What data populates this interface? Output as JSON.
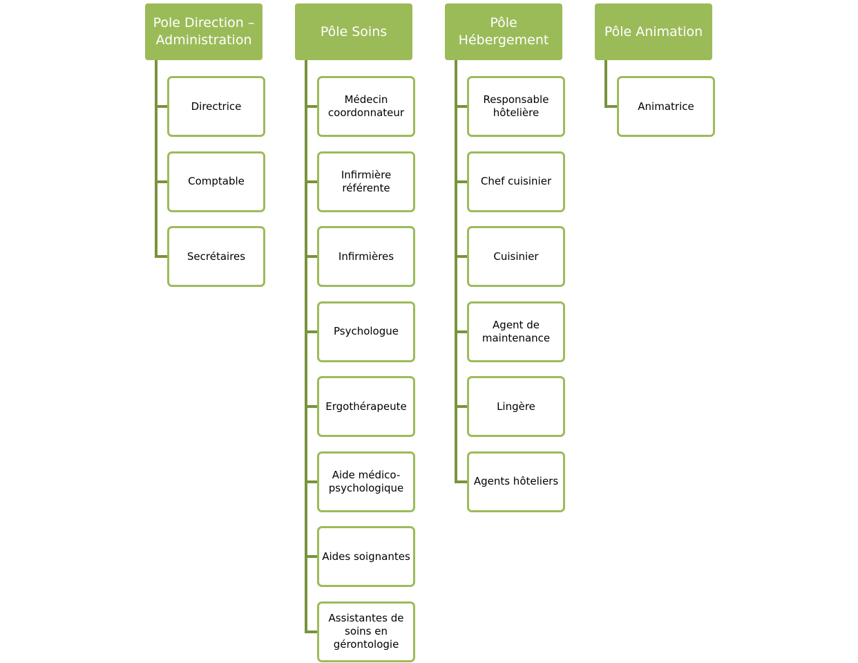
{
  "colors": {
    "header_fill": "#9bbb59",
    "child_border": "#9bbb59",
    "connector": "#77933c",
    "header_text": "#ffffff",
    "child_text": "#000000"
  },
  "poles": [
    {
      "title": "Pole Direction –\nAdministration",
      "roles": [
        "Directrice",
        "Comptable",
        "Secrétaires"
      ]
    },
    {
      "title": "Pôle Soins",
      "roles": [
        "Médecin\ncoordonnateur",
        "Infirmière\nréférente",
        "Infirmières",
        "Psychologue",
        "Ergothérapeute",
        "Aide médico-\npsychologique",
        "Aides soignantes",
        "Assistantes de\nsoins en\ngérontologie"
      ]
    },
    {
      "title": "Pôle\nHébergement",
      "roles": [
        "Responsable\nhôtelière",
        "Chef cuisinier",
        "Cuisinier",
        "Agent de\nmaintenance",
        "Lingère",
        "Agents hôteliers"
      ]
    },
    {
      "title": "Pôle Animation",
      "roles": [
        "Animatrice"
      ]
    }
  ]
}
